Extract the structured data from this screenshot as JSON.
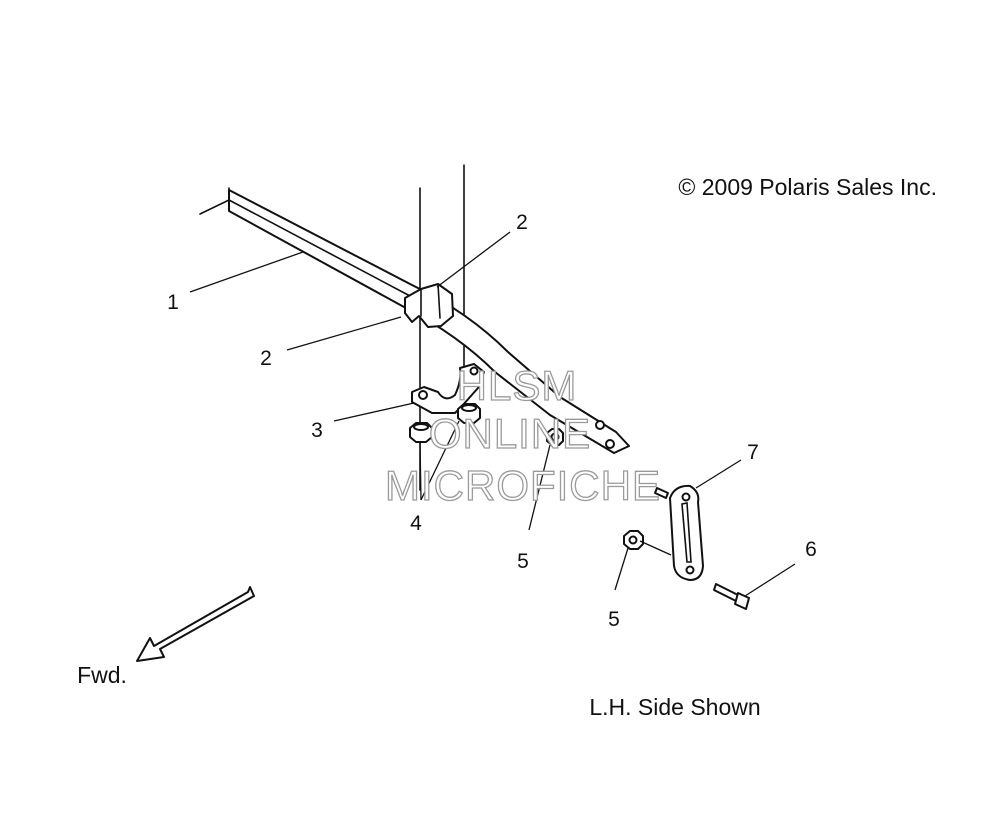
{
  "copyright": "© 2009 Polaris Sales Inc.",
  "view_note": "L.H. Side Shown",
  "direction_label": "Fwd.",
  "watermark": [
    "HLSM",
    "ONLINE",
    "MICROFICHE"
  ],
  "callouts": {
    "c1": "1",
    "c2a": "2",
    "c2b": "2",
    "c3": "3",
    "c4": "4",
    "c5a": "5",
    "c5b": "5",
    "c6": "6",
    "c7": "7"
  }
}
